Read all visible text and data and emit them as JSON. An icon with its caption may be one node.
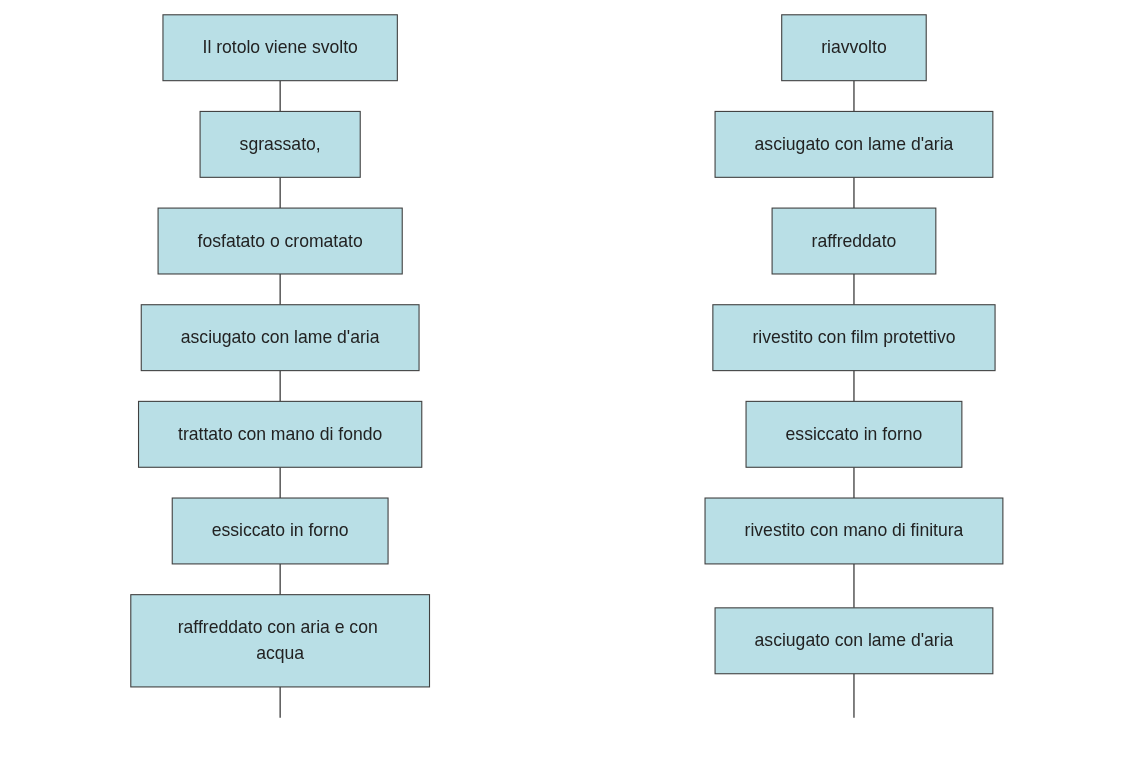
{
  "diagram": {
    "nodes": [
      {
        "text": [
          "Il rotolo viene svolto"
        ]
      },
      {
        "text": [
          "sgrassato,"
        ]
      },
      {
        "text": [
          "fosfatato o cromatato"
        ]
      },
      {
        "text": [
          "asciugato con lame d'aria"
        ]
      },
      {
        "text": [
          "trattato con  mano di fondo"
        ]
      },
      {
        "text": [
          "essiccato in forno"
        ]
      },
      {
        "text": [
          "raffreddato con aria e con acqua"
        ]
      },
      {
        "text": [
          "riavvolto"
        ]
      },
      {
        "text": [
          "asciugato con lame d'aria"
        ]
      },
      {
        "text": [
          "raffreddato"
        ]
      },
      {
        "text": [
          "rivestito con film protettivo"
        ]
      },
      {
        "text": [
          "essiccato in forno"
        ]
      },
      {
        "text": [
          "rivestito con  mano di finitura"
        ]
      },
      {
        "text": [
          "asciugato con lame d'aria"
        ]
      }
    ],
    "edges": [
      {
        "from": 0,
        "to": 1,
        "arrow": "none"
      },
      {
        "from": 1,
        "to": 2,
        "arrow": "none"
      },
      {
        "from": 2,
        "to": 3,
        "arrow": "none"
      },
      {
        "from": 3,
        "to": 4,
        "arrow": "none"
      },
      {
        "from": 4,
        "to": 5,
        "arrow": "none"
      },
      {
        "from": 5,
        "to": 6,
        "arrow": "none"
      },
      {
        "from": 6,
        "to": null,
        "arrow": "none"
      },
      {
        "from": 7,
        "to": 8,
        "arrow": "none"
      },
      {
        "from": 8,
        "to": 9,
        "arrow": "none"
      },
      {
        "from": 9,
        "to": 10,
        "arrow": "none"
      },
      {
        "from": 10,
        "to": 11,
        "arrow": "none"
      },
      {
        "from": 11,
        "to": 12,
        "arrow": "none"
      },
      {
        "from": 12,
        "to": 13,
        "arrow": "none"
      },
      {
        "from": 13,
        "to": null,
        "arrow": "none"
      }
    ]
  }
}
